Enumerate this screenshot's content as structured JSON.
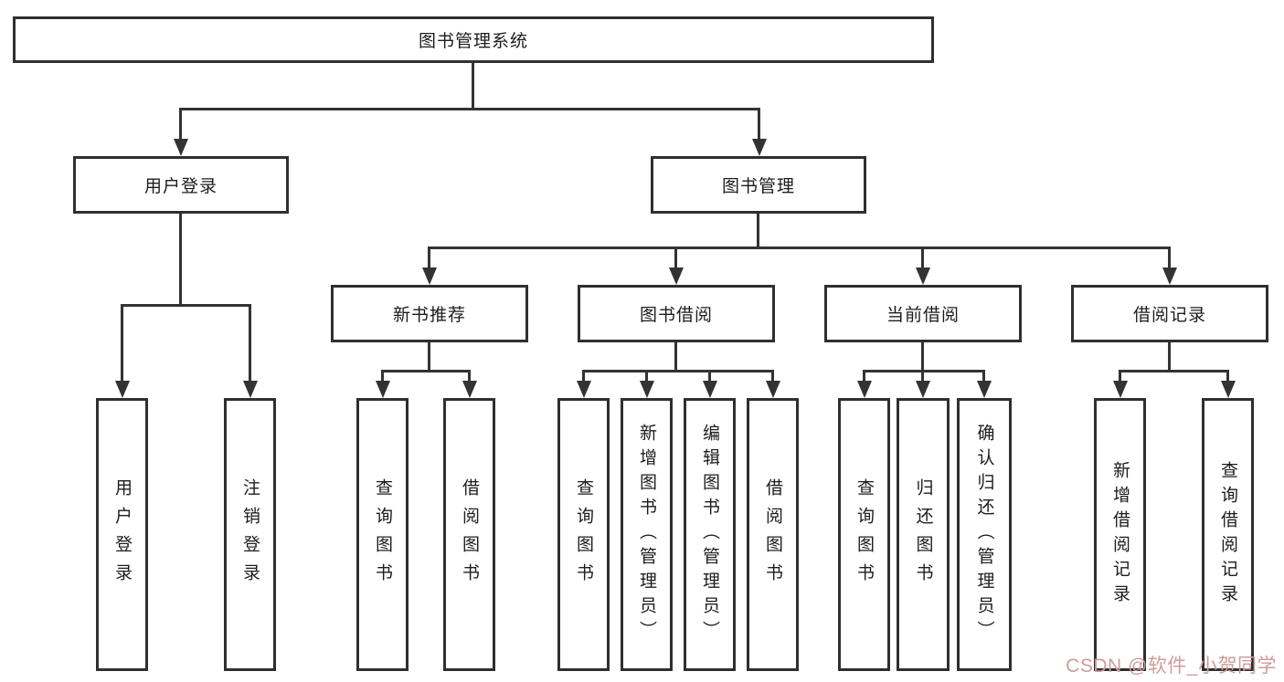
{
  "diagram": {
    "title": "图书管理系统",
    "level2": [
      {
        "label": "用户登录",
        "children": [
          "用户登录",
          "注销登录"
        ]
      },
      {
        "label": "图书管理",
        "children": [
          {
            "label": "新书推荐",
            "children": [
              "查询图书",
              "借阅图书"
            ]
          },
          {
            "label": "图书借阅",
            "children": [
              "查询图书",
              "新增图书（管理员）",
              "编辑图书（管理员）",
              "借阅图书"
            ]
          },
          {
            "label": "当前借阅",
            "children": [
              "查询图书",
              "归还图书",
              "确认归还（管理员）"
            ]
          },
          {
            "label": "借阅记录",
            "children": [
              "新增借阅记录",
              "查询借阅记录"
            ]
          }
        ]
      }
    ]
  },
  "watermark": {
    "text": "CSDN @软件_小贺同学",
    "color": "#cf9b9b"
  },
  "colors": {
    "line": "#333333",
    "box_border": "#2f2f2f",
    "text": "#1c1c1c",
    "background": "#ffffff"
  }
}
